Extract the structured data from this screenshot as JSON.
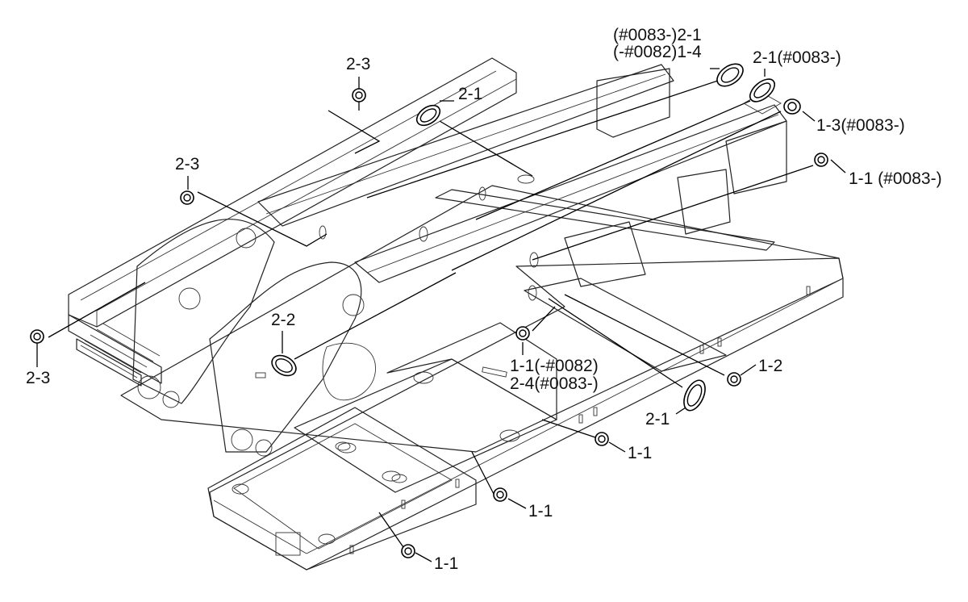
{
  "callouts": [
    {
      "id": "c1",
      "text": "2-3"
    },
    {
      "id": "c2",
      "text": "2-1"
    },
    {
      "id": "c3a",
      "text": "(#0083-)2-1"
    },
    {
      "id": "c3b",
      "text": "(-#0082)1-4"
    },
    {
      "id": "c4",
      "text": "2-1(#0083-)"
    },
    {
      "id": "c5",
      "text": "1-3(#0083-)"
    },
    {
      "id": "c6",
      "text": "1-1 (#0083-)"
    },
    {
      "id": "c7",
      "text": "2-3"
    },
    {
      "id": "c8",
      "text": "2-2"
    },
    {
      "id": "c9",
      "text": "2-3"
    },
    {
      "id": "c10a",
      "text": "1-1(-#0082)"
    },
    {
      "id": "c10b",
      "text": "2-4(#0083-)"
    },
    {
      "id": "c11",
      "text": "1-2"
    },
    {
      "id": "c12",
      "text": "2-1"
    },
    {
      "id": "c13",
      "text": "1-1"
    },
    {
      "id": "c14",
      "text": "1-1"
    },
    {
      "id": "c15",
      "text": "1-1"
    }
  ]
}
